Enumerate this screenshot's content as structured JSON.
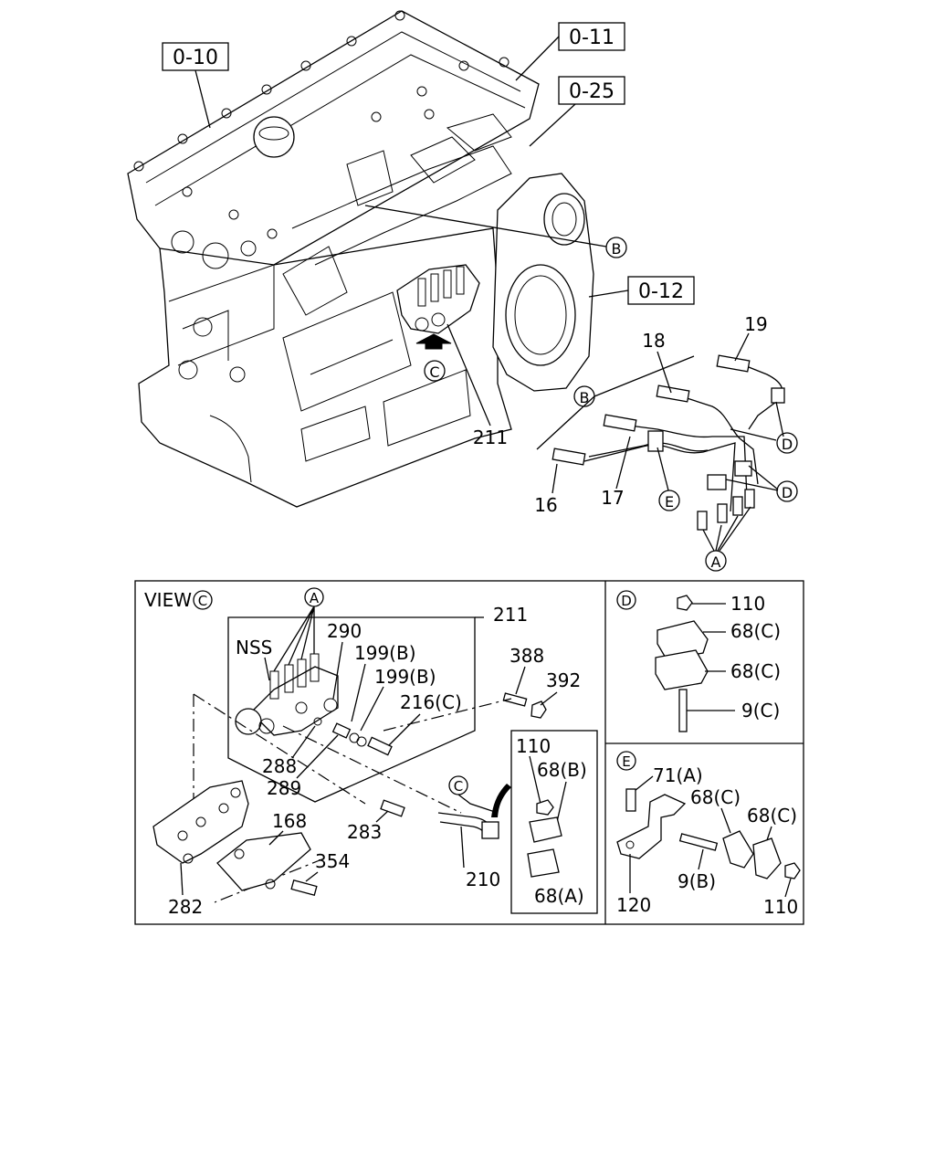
{
  "ref_boxes": {
    "b010": "0-10",
    "b011": "0-11",
    "b025": "0-25",
    "b012": "0-12"
  },
  "markers": {
    "a": "A",
    "b": "B",
    "c": "C",
    "d": "D",
    "e": "E"
  },
  "top": {
    "p211": "211",
    "p16": "16",
    "p17": "17",
    "p18": "18",
    "p19": "19"
  },
  "view_c": {
    "title": "VIEW",
    "nss": "NSS",
    "p211": "211",
    "p290": "290",
    "p199b1": "199(B)",
    "p199b2": "199(B)",
    "p216c": "216(C)",
    "p388": "388",
    "p392": "392",
    "p288": "288",
    "p289": "289",
    "p283": "283",
    "p168": "168",
    "p354": "354",
    "p282": "282",
    "p210": "210",
    "inset_110": "110",
    "inset_68b": "68(B)",
    "inset_68a": "68(A)"
  },
  "panel_d": {
    "p110": "110",
    "p68c1": "68(C)",
    "p68c2": "68(C)",
    "p9c": "9(C)"
  },
  "panel_e": {
    "p71a": "71(A)",
    "p68c1": "68(C)",
    "p68c2": "68(C)",
    "p9b": "9(B)",
    "p120": "120",
    "p110": "110"
  }
}
